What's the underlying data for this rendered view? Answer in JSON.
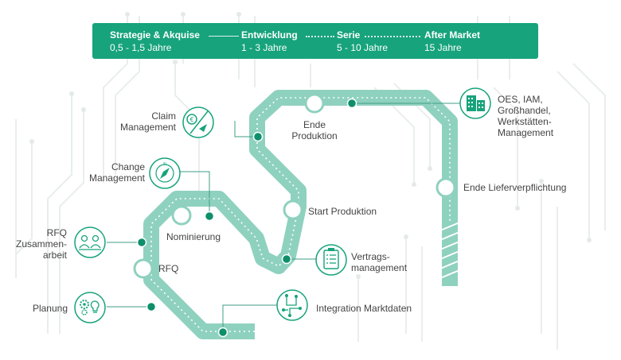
{
  "phases": [
    {
      "name": "Strategie & Akquise",
      "duration": "0,5 - 1,5 Jahre"
    },
    {
      "name": "Entwicklung",
      "duration": "1 - 3 Jahre"
    },
    {
      "name": "Serie",
      "duration": "5 - 10 Jahre"
    },
    {
      "name": "After Market",
      "duration": "15 Jahre"
    }
  ],
  "stations": {
    "ende_produktion": "Ende\nProduktion",
    "ende_lieferverpflichtung": "Ende Lieferverpflichtung",
    "start_produktion": "Start Produktion",
    "nominierung": "Nominierung",
    "rfq": "RFQ"
  },
  "processes": {
    "claim_management": "Claim\nManagement",
    "change_management": "Change\nManagement",
    "rfq_zusammenarbeit": "RFQ\nZusammen-\narbeit",
    "planung": "Planung",
    "oes_iam": "OES, IAM,\nGroßhandel,\nWerkstätten-\nManagement",
    "vertragsmanagement": "Vertrags-\nmanagement",
    "integration_marktdaten": "Integration Marktdaten"
  },
  "colors": {
    "banner": "#17a37c",
    "track": "#8fd1bf",
    "node": "#0e8f6b",
    "icon": "#17a37c",
    "connector": "#3f9e86",
    "background_pattern": "#e9eeec"
  },
  "icons": {
    "claim": "euro-arrow-icon",
    "change": "compass-icon",
    "rfq_collab": "team-meeting-icon",
    "planung": "gears-lightbulb-icon",
    "oes": "building-icon",
    "vertrag": "clipboard-checklist-icon",
    "integration": "circuit-icon"
  }
}
